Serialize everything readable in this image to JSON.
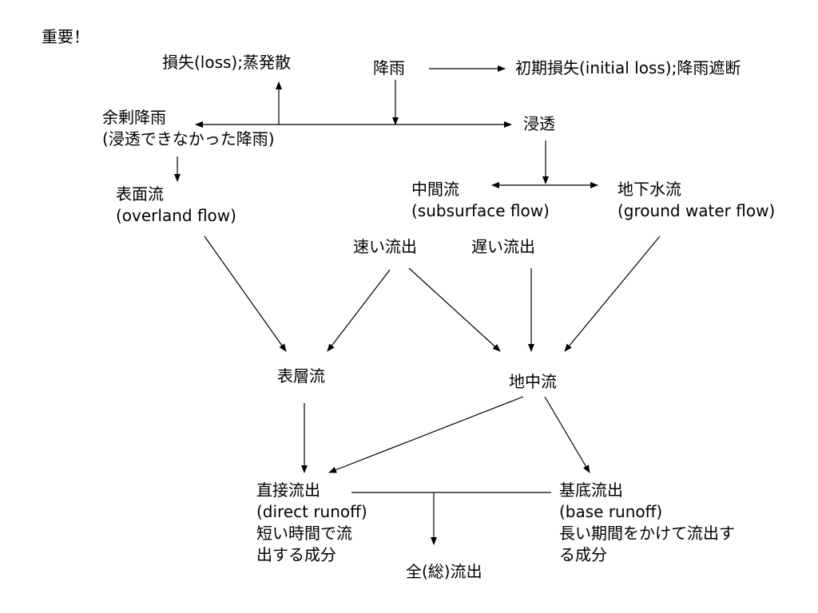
{
  "title": "重要！",
  "nodes": {
    "loss": "損失(loss);蒸発散",
    "rainfall": "降雨",
    "initial_loss": "初期損失(initial loss);降雨遮断",
    "excess_rain": [
      "余剰降雨",
      "(浸透できなかった降雨)"
    ],
    "infiltration": "浸透",
    "surface_flow": [
      "表面流",
      "(overland flow)"
    ],
    "interflow": [
      "中間流",
      "(subsurface flow)"
    ],
    "groundwater_flow": [
      "地下水流",
      "(ground water flow)"
    ],
    "fast_runoff": "速い流出",
    "slow_runoff": "遅い流出",
    "surface_layer_flow": "表層流",
    "subsurface_total_flow": "地中流",
    "direct_runoff": [
      "直接流出",
      "(direct runoff)",
      "短い時間で流",
      "出する成分"
    ],
    "base_runoff": [
      "基底流出",
      "(base runoff)",
      "長い期間をかけて流出す",
      "る成分"
    ],
    "total_runoff": "全(総)流出"
  }
}
